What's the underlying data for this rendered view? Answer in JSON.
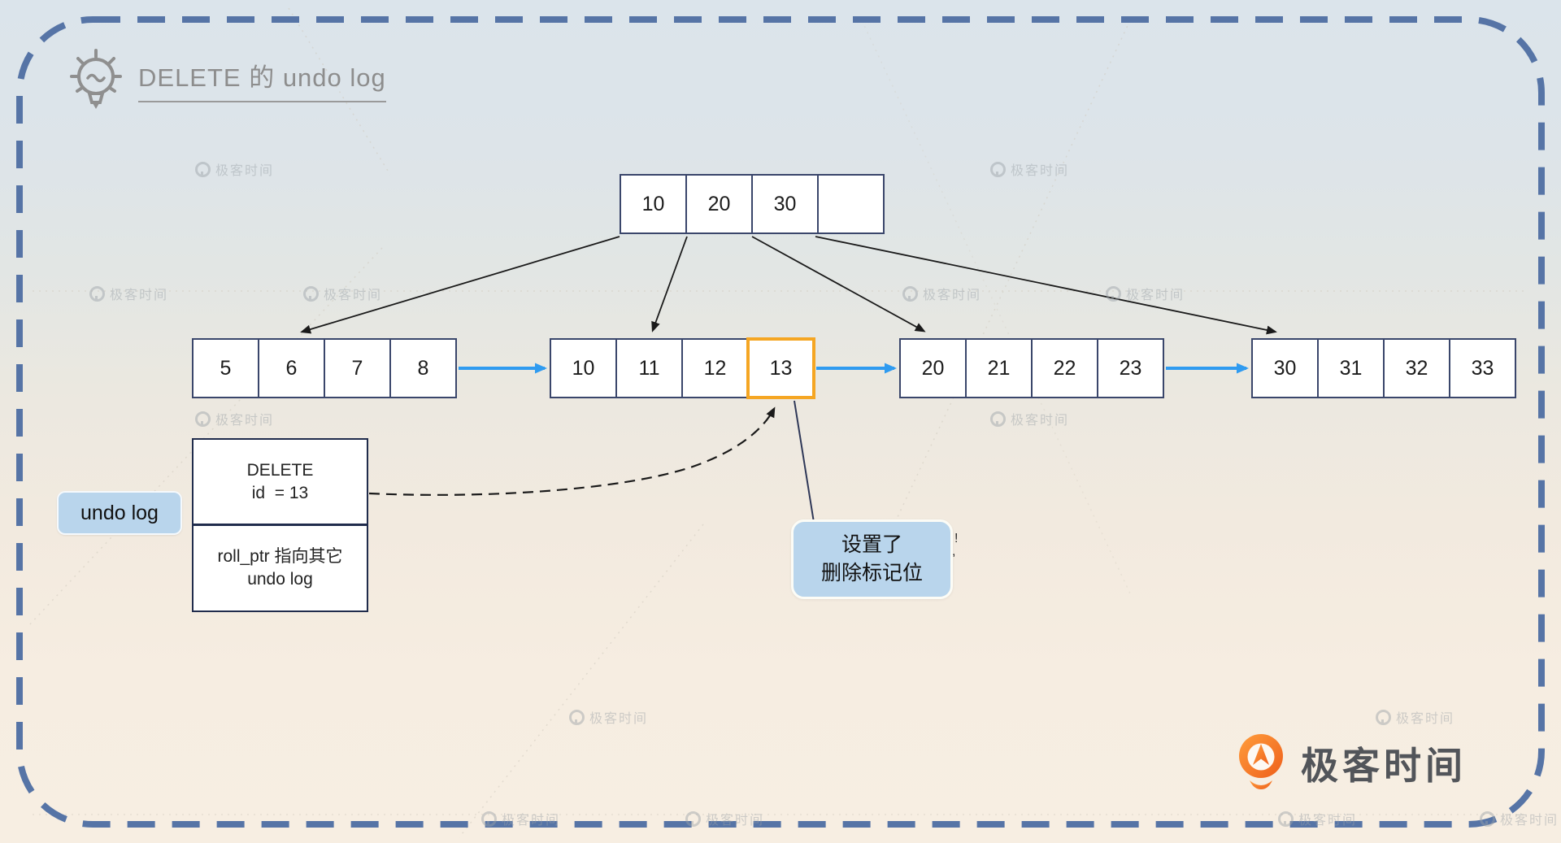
{
  "title": {
    "text": "DELETE 的 undo log"
  },
  "btree": {
    "root": {
      "cells": [
        "10",
        "20",
        "30",
        ""
      ]
    },
    "leaves": [
      {
        "cells": [
          "5",
          "6",
          "7",
          "8"
        ]
      },
      {
        "cells": [
          "10",
          "11",
          "12",
          "13"
        ],
        "highlighted_cell": "13"
      },
      {
        "cells": [
          "20",
          "21",
          "22",
          "23"
        ]
      },
      {
        "cells": [
          "30",
          "31",
          "32",
          "33"
        ]
      }
    ]
  },
  "undo_label": "undo log",
  "undo_box": {
    "op_line1": "DELETE",
    "op_line2": "id  = 13",
    "ptr_line1": "roll_ptr 指向其它",
    "ptr_line2": "undo log"
  },
  "callout": {
    "line1": "设置了",
    "line2": "删除标记位"
  },
  "artifact": {
    "top": "!",
    "bottom": ","
  },
  "logo": {
    "text": "极客时间"
  },
  "watermark": {
    "text": "极客时间"
  },
  "colors": {
    "frame_dash": "#5674a6",
    "node_border": "#3a466b",
    "highlight_orange": "#f5a623",
    "link_blue": "#2f9bf0",
    "callout_fill": "#b9d5ec",
    "arrow_black": "#1a1a1a",
    "connector_navy": "#2e3757"
  }
}
